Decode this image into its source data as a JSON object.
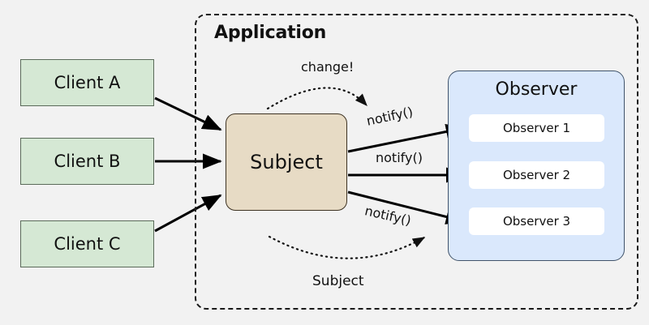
{
  "diagram": {
    "type": "observer-pattern-diagram",
    "background_color": "#f2f2f2",
    "container": {
      "title": "Application",
      "border_style": "dashed",
      "border_color": "#1a1a1a"
    },
    "clients": [
      {
        "label": "Client A",
        "fill": "#d5e8d4",
        "stroke": "#5b6b5a"
      },
      {
        "label": "Client B",
        "fill": "#d5e8d4",
        "stroke": "#5b6b5a"
      },
      {
        "label": "Client C",
        "fill": "#d5e8d4",
        "stroke": "#5b6b5a"
      }
    ],
    "subject": {
      "label": "Subject",
      "fill": "#e7dbc5",
      "stroke": "#3d3222"
    },
    "observer_group": {
      "title": "Observer",
      "fill": "#dae8fc",
      "stroke": "#41546b",
      "items": [
        {
          "label": "Observer 1",
          "fill": "#ffffff"
        },
        {
          "label": "Observer 2",
          "fill": "#ffffff"
        },
        {
          "label": "Observer 3",
          "fill": "#ffffff"
        }
      ]
    },
    "edge_labels": {
      "change": "change!",
      "subject_bottom": "Subject",
      "notify_1": "notify()",
      "notify_2": "notify()",
      "notify_3": "notify()"
    },
    "arrows": {
      "client_to_subject_count": 3,
      "subject_to_observer_count": 3,
      "dotted_arcs": 2,
      "arrow_color": "#000000"
    }
  }
}
